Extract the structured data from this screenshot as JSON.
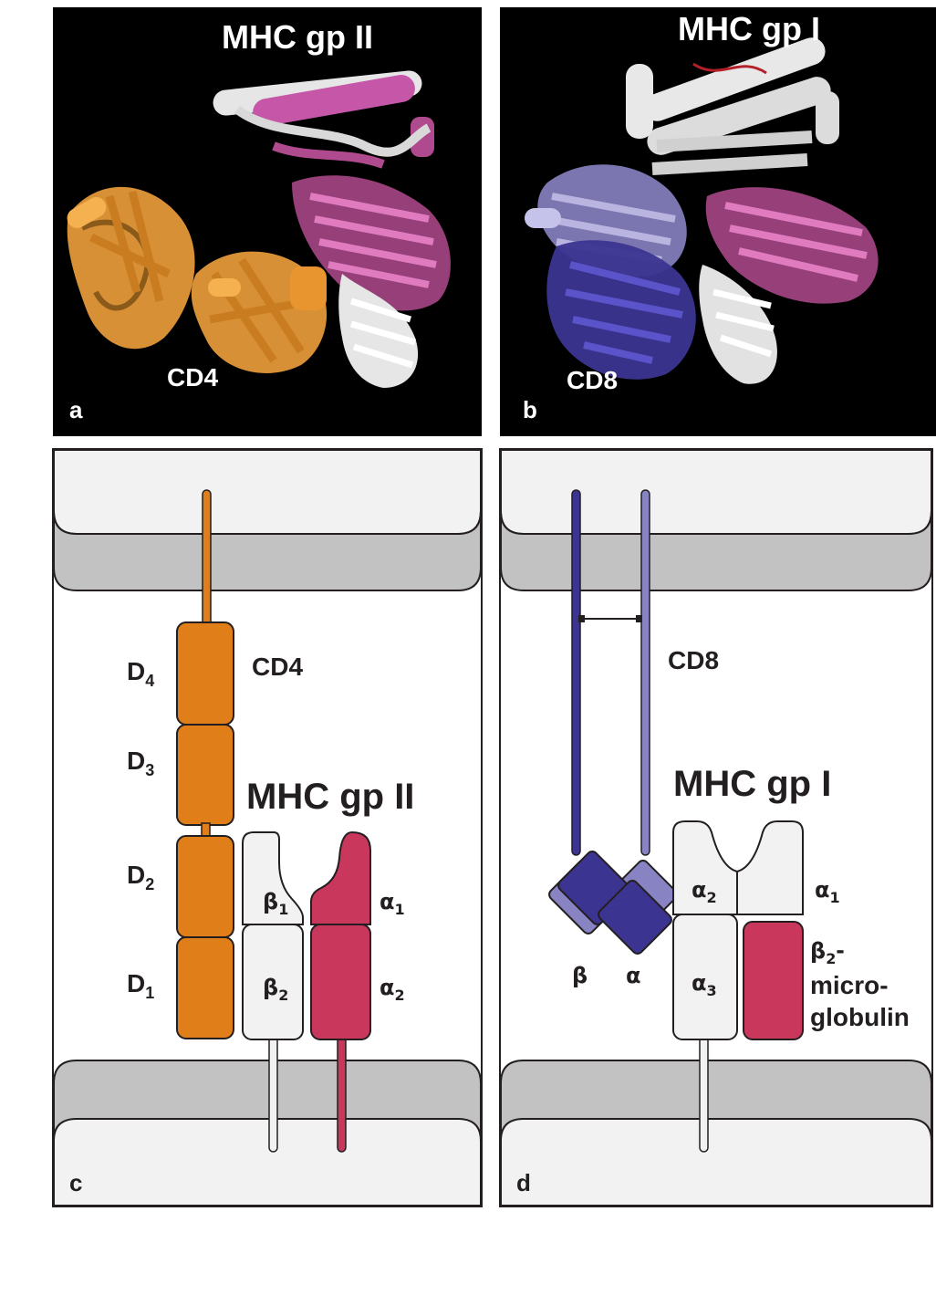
{
  "panels": {
    "a": {
      "letter": "a",
      "title": "MHC gp II",
      "molecule_label": "CD4"
    },
    "b": {
      "letter": "b",
      "title": "MHC gp I",
      "molecule_label": "CD8"
    },
    "c": {
      "letter": "c",
      "cd4_label": "CD4",
      "mhc_label": "MHC gp II",
      "domains": [
        {
          "base": "D",
          "sub": "4"
        },
        {
          "base": "D",
          "sub": "3"
        },
        {
          "base": "D",
          "sub": "2"
        },
        {
          "base": "D",
          "sub": "1"
        }
      ],
      "beta1": {
        "base": "β",
        "sub": "1"
      },
      "beta2": {
        "base": "β",
        "sub": "2"
      },
      "alpha1": {
        "base": "α",
        "sub": "1"
      },
      "alpha2": {
        "base": "α",
        "sub": "2"
      }
    },
    "d": {
      "letter": "d",
      "cd8_label": "CD8",
      "mhc_label": "MHC gp I",
      "cd8_beta": "β",
      "cd8_alpha": "α",
      "alpha2": {
        "base": "α",
        "sub": "2"
      },
      "alpha1": {
        "base": "α",
        "sub": "1"
      },
      "alpha3": {
        "base": "α",
        "sub": "3"
      },
      "b2m": {
        "line1_base": "β",
        "line1_sub": "2",
        "line1_tail": "-",
        "line2": "micro-",
        "line3": "globulin"
      }
    }
  },
  "colors": {
    "cd4_orange": "#e07f1a",
    "mhc2_alpha_red": "#c9375d",
    "mhc_white": "#f2f2f2",
    "cd8_dark_blue": "#3b3591",
    "cd8_light_blue": "#8883c2",
    "membrane_gray": "#c2c2c2",
    "outline": "#231f20",
    "structure_bg": "#000000",
    "ribbon_orange": "#f0a03c",
    "ribbon_magenta": "#b04a8e",
    "ribbon_blue": "#4a44b8"
  }
}
